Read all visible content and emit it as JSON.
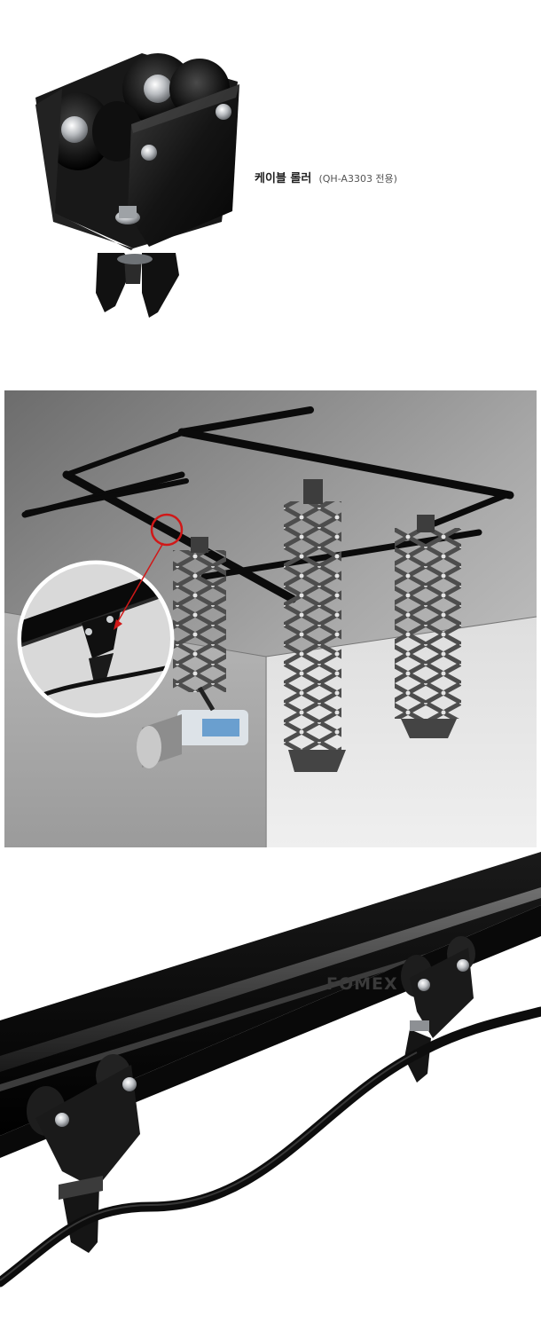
{
  "product": {
    "name": "케이블 롤러",
    "model_note": "(QH-A3303 전용)"
  },
  "closeup": {
    "watermark": "FOMEX"
  },
  "icons": {
    "roller": "cable-roller-photo",
    "rail": "ceiling-rail-photo",
    "magnifier": "zoom-callout"
  }
}
